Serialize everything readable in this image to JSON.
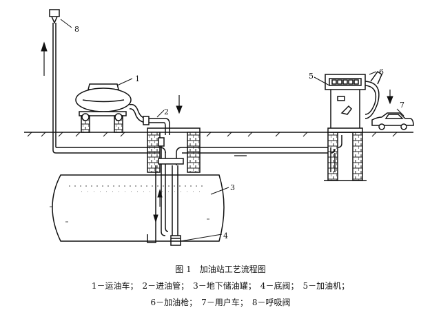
{
  "diagram": {
    "labels": {
      "l1": "1",
      "l2": "2",
      "l3": "3",
      "l4": "4",
      "l5": "5",
      "l6": "6",
      "l7": "7",
      "l8": "8"
    }
  },
  "caption": {
    "title": "图 1　加油站工艺流程图",
    "legend_line1": "1－运油车；　2－进油管；　3－地下储油罐；　4－底阀；　5－加油机；",
    "legend_line2": "6－加油枪；　7－用户车；　8－呼吸阀"
  }
}
